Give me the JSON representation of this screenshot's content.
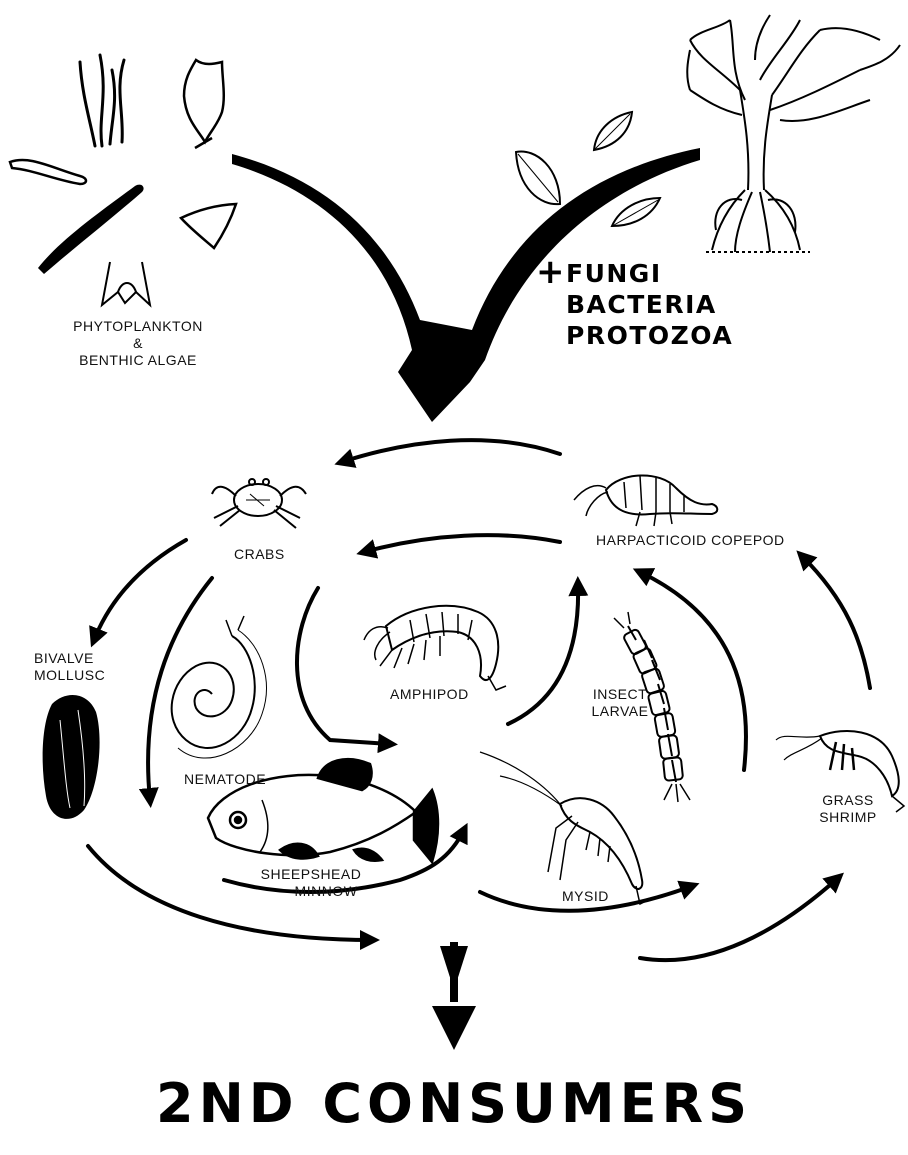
{
  "sources": {
    "algae_label_line1": "PHYTOPLANKTON",
    "algae_label_line2": "&",
    "algae_label_line3": "BENTHIC ALGAE",
    "plus_sign": "+",
    "decomposers": [
      "FUNGI",
      "BACTERIA",
      "PROTOZOA"
    ]
  },
  "organisms": {
    "crabs": "CRABS",
    "bivalve_line1": "BIVALVE",
    "bivalve_line2": "MOLLUSC",
    "nematode": "NEMATODE",
    "amphipod": "AMPHIPOD",
    "harpacticoid_copepod": "HARPACTICOID COPEPOD",
    "insect_line1": "INSECT",
    "insect_line2": "LARVAE",
    "sheepshead_line1": "SHEEPSHEAD",
    "sheepshead_line2": "MINNOW",
    "mysid": "MYSID",
    "grass_line1": "GRASS",
    "grass_line2": "SHRIMP"
  },
  "title": "2ND CONSUMERS"
}
